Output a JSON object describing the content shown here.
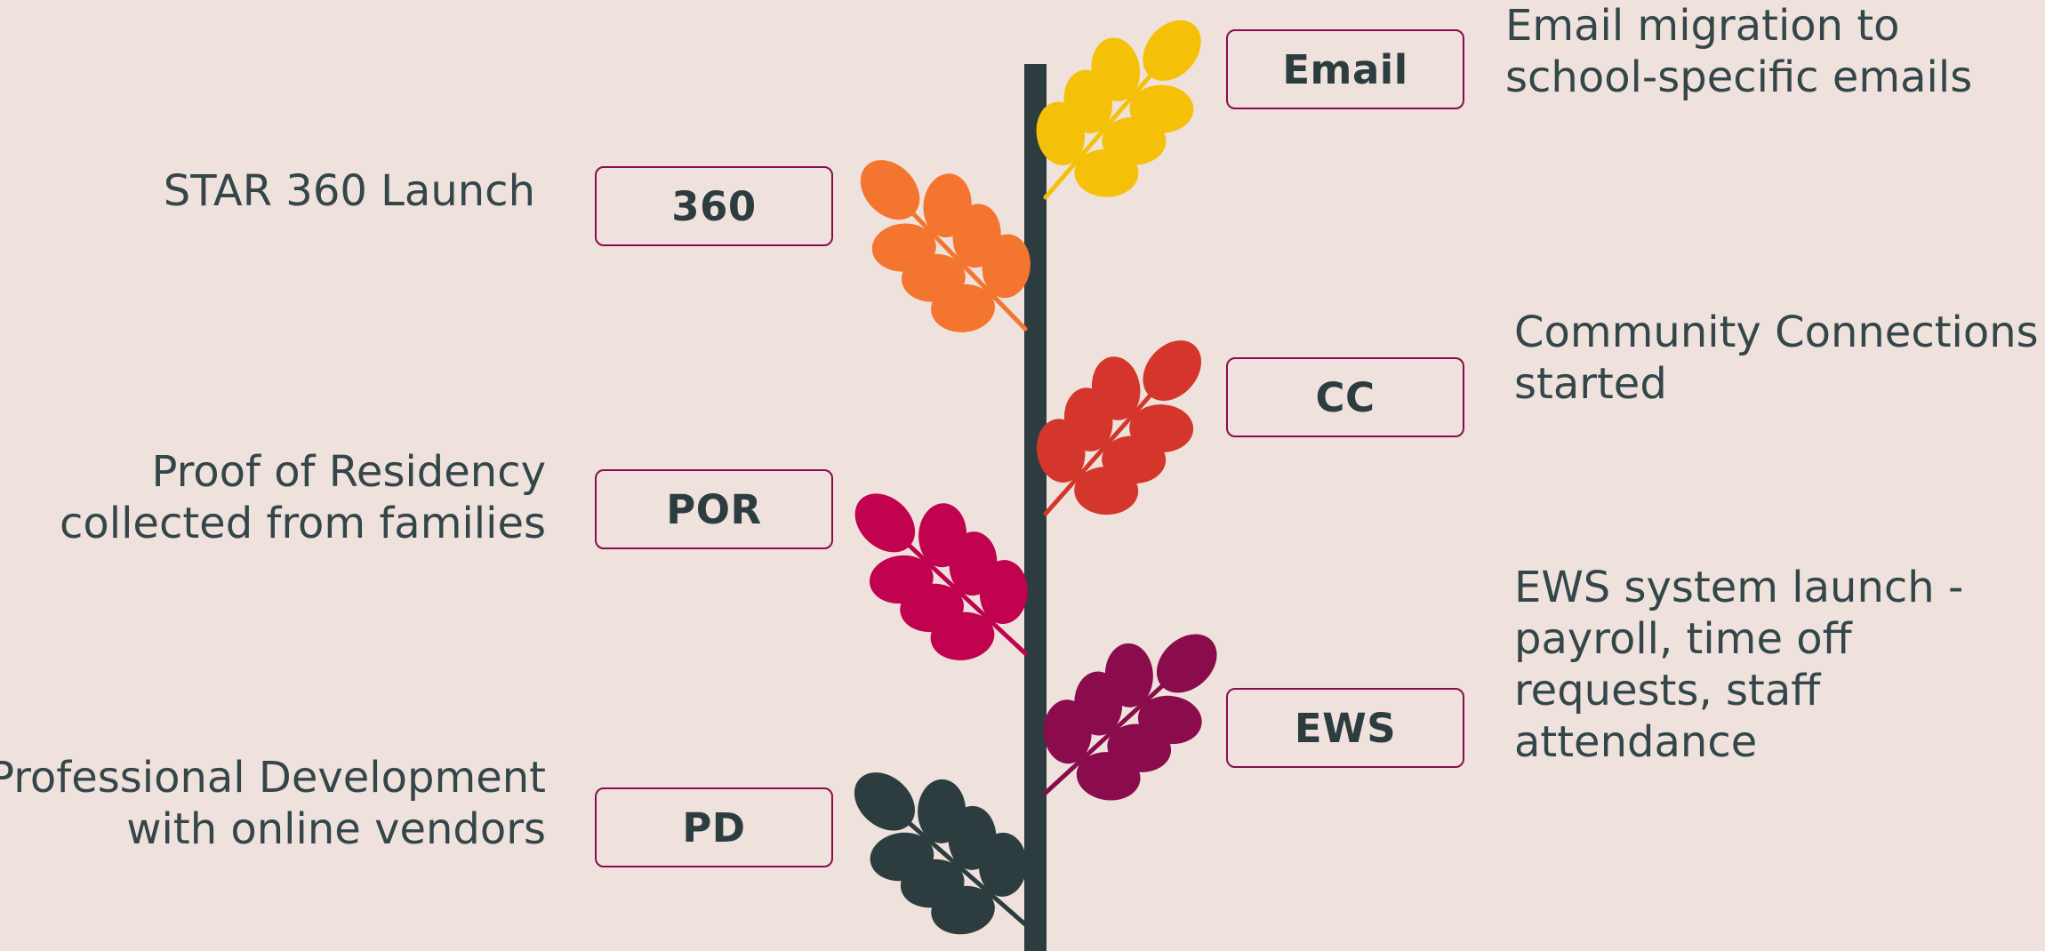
{
  "left_items": [
    {
      "code": "360",
      "lines": [
        "STAR 360 Launch"
      ]
    },
    {
      "code": "POR",
      "lines": [
        "Proof of Residency",
        "collected from families"
      ]
    },
    {
      "code": "PD",
      "lines": [
        "Professional Development",
        "with online vendors"
      ]
    }
  ],
  "right_items": [
    {
      "code": "Email",
      "lines": [
        "Email migration to",
        "school-specific emails"
      ]
    },
    {
      "code": "CC",
      "lines": [
        "Community Connections",
        "started"
      ]
    },
    {
      "code": "EWS",
      "lines": [
        "EWS system launch -",
        "payroll, time off",
        "requests, staff",
        "attendance"
      ]
    }
  ],
  "colors": {
    "background": "#efe2dc",
    "stem": "#2d3c3f",
    "box_border": "#8a0c4d",
    "branches": [
      "#f5c108",
      "#f47530",
      "#d5362c",
      "#c0024f",
      "#8a0c4d",
      "#2d3c3f"
    ]
  },
  "icons": [
    "leaf-branch-icon"
  ]
}
